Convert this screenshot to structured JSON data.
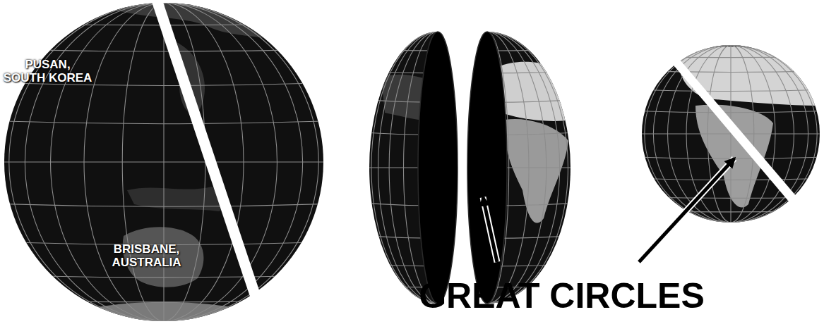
{
  "diagram": {
    "labels": [
      "PUSAN, SOUTH KOREA",
      "BRISBANE, AUSTRALIA",
      "GREAT CIRCLES"
    ]
  }
}
